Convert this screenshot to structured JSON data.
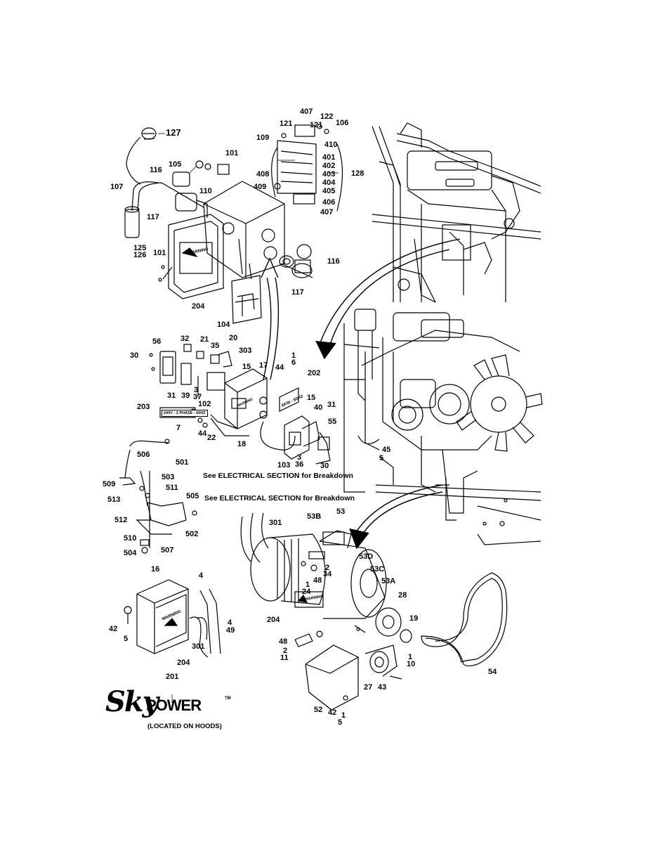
{
  "diagram": {
    "callouts": [
      {
        "id": "c-127",
        "text": "127"
      },
      {
        "id": "c-407a",
        "text": "407"
      },
      {
        "id": "c-122",
        "text": "122"
      },
      {
        "id": "c-121a",
        "text": "121"
      },
      {
        "id": "c-121b",
        "text": "121"
      },
      {
        "id": "c-106",
        "text": "106"
      },
      {
        "id": "c-109",
        "text": "109"
      },
      {
        "id": "c-410",
        "text": "410"
      },
      {
        "id": "c-101a",
        "text": "101"
      },
      {
        "id": "c-105",
        "text": "105"
      },
      {
        "id": "c-116a",
        "text": "116"
      },
      {
        "id": "c-401",
        "text": "401"
      },
      {
        "id": "c-402",
        "text": "402"
      },
      {
        "id": "c-408",
        "text": "408"
      },
      {
        "id": "c-403",
        "text": "403"
      },
      {
        "id": "c-128",
        "text": "128"
      },
      {
        "id": "c-404",
        "text": "404"
      },
      {
        "id": "c-107",
        "text": "107"
      },
      {
        "id": "c-110",
        "text": "110"
      },
      {
        "id": "c-409",
        "text": "409"
      },
      {
        "id": "c-405",
        "text": "405"
      },
      {
        "id": "c-406",
        "text": "406"
      },
      {
        "id": "c-407b",
        "text": "407"
      },
      {
        "id": "c-117a",
        "text": "117"
      },
      {
        "id": "c-125",
        "text": "125"
      },
      {
        "id": "c-126",
        "text": "126"
      },
      {
        "id": "c-101b",
        "text": "101"
      },
      {
        "id": "c-116b",
        "text": "116"
      },
      {
        "id": "c-117b",
        "text": "117"
      },
      {
        "id": "c-204a",
        "text": "204"
      },
      {
        "id": "c-104",
        "text": "104"
      },
      {
        "id": "c-56",
        "text": "56"
      },
      {
        "id": "c-32",
        "text": "32"
      },
      {
        "id": "c-21",
        "text": "21"
      },
      {
        "id": "c-20",
        "text": "20"
      },
      {
        "id": "c-35",
        "text": "35"
      },
      {
        "id": "c-303",
        "text": "303"
      },
      {
        "id": "c-30a",
        "text": "30"
      },
      {
        "id": "c-1a",
        "text": "1"
      },
      {
        "id": "c-6",
        "text": "6"
      },
      {
        "id": "c-15a",
        "text": "15"
      },
      {
        "id": "c-17",
        "text": "17"
      },
      {
        "id": "c-44a",
        "text": "44"
      },
      {
        "id": "c-202",
        "text": "202"
      },
      {
        "id": "c-31a",
        "text": "31"
      },
      {
        "id": "c-39",
        "text": "39"
      },
      {
        "id": "c-3a",
        "text": "3"
      },
      {
        "id": "c-37",
        "text": "37"
      },
      {
        "id": "c-102",
        "text": "102"
      },
      {
        "id": "c-15b",
        "text": "15"
      },
      {
        "id": "c-40",
        "text": "40"
      },
      {
        "id": "c-31b",
        "text": "31"
      },
      {
        "id": "c-203",
        "text": "203"
      },
      {
        "id": "c-55",
        "text": "55"
      },
      {
        "id": "c-7",
        "text": "7"
      },
      {
        "id": "c-44b",
        "text": "44"
      },
      {
        "id": "c-22",
        "text": "22"
      },
      {
        "id": "c-18",
        "text": "18"
      },
      {
        "id": "c-3b",
        "text": "3"
      },
      {
        "id": "c-36",
        "text": "36"
      },
      {
        "id": "c-103",
        "text": "103"
      },
      {
        "id": "c-30b",
        "text": "30"
      },
      {
        "id": "c-45",
        "text": "45"
      },
      {
        "id": "c-5a",
        "text": "5"
      },
      {
        "id": "c-506",
        "text": "506"
      },
      {
        "id": "c-501",
        "text": "501"
      },
      {
        "id": "c-503",
        "text": "503"
      },
      {
        "id": "c-509",
        "text": "509"
      },
      {
        "id": "c-511",
        "text": "511"
      },
      {
        "id": "c-513",
        "text": "513"
      },
      {
        "id": "c-505",
        "text": "505"
      },
      {
        "id": "c-512",
        "text": "512"
      },
      {
        "id": "c-502",
        "text": "502"
      },
      {
        "id": "c-510",
        "text": "510"
      },
      {
        "id": "c-507",
        "text": "507"
      },
      {
        "id": "c-504",
        "text": "504"
      },
      {
        "id": "c-301a",
        "text": "301"
      },
      {
        "id": "c-53b",
        "text": "53B"
      },
      {
        "id": "c-53",
        "text": "53"
      },
      {
        "id": "c-2a",
        "text": "2"
      },
      {
        "id": "c-34",
        "text": "34"
      },
      {
        "id": "c-53d",
        "text": "53D"
      },
      {
        "id": "c-48a",
        "text": "48"
      },
      {
        "id": "c-53c",
        "text": "53C"
      },
      {
        "id": "c-53a",
        "text": "53A"
      },
      {
        "id": "c-1b",
        "text": "1"
      },
      {
        "id": "c-24",
        "text": "24"
      },
      {
        "id": "c-16",
        "text": "16"
      },
      {
        "id": "c-4a",
        "text": "4"
      },
      {
        "id": "c-28",
        "text": "28"
      },
      {
        "id": "c-19",
        "text": "19"
      },
      {
        "id": "c-204b",
        "text": "204"
      },
      {
        "id": "c-4b",
        "text": "4"
      },
      {
        "id": "c-49",
        "text": "49"
      },
      {
        "id": "c-42a",
        "text": "42"
      },
      {
        "id": "c-5b",
        "text": "5"
      },
      {
        "id": "c-48b",
        "text": "48"
      },
      {
        "id": "c-2b",
        "text": "2"
      },
      {
        "id": "c-11",
        "text": "11"
      },
      {
        "id": "c-1c",
        "text": "1"
      },
      {
        "id": "c-10",
        "text": "10"
      },
      {
        "id": "c-301b",
        "text": "301"
      },
      {
        "id": "c-204c",
        "text": "204"
      },
      {
        "id": "c-54",
        "text": "54"
      },
      {
        "id": "c-27",
        "text": "27"
      },
      {
        "id": "c-43",
        "text": "43"
      },
      {
        "id": "c-201",
        "text": "201"
      },
      {
        "id": "c-52",
        "text": "52"
      },
      {
        "id": "c-42b",
        "text": "42"
      },
      {
        "id": "c-1d",
        "text": "1"
      },
      {
        "id": "c-5c",
        "text": "5"
      }
    ],
    "notes": {
      "electrical_1": "See ELECTRICAL SECTION for Breakdown",
      "electrical_2": "See ELECTRICAL SECTION for Breakdown"
    },
    "decals": {
      "warning": "WARNING",
      "voltage": "240V - 3 PHASE - 60HZ",
      "kw": "6KW - 60HZ"
    },
    "logo": {
      "sky": "Sky",
      "power": "POWER",
      "tm": "TM",
      "located": "(LOCATED ON HOODS)"
    }
  }
}
